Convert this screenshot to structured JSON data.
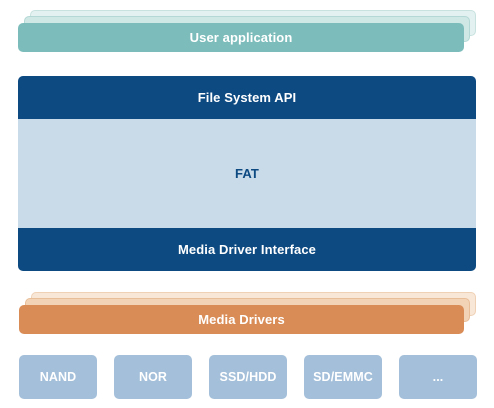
{
  "layers": {
    "user_application": "User application",
    "file_system_api": "File System API",
    "fat": "FAT",
    "media_driver_interface": "Media Driver Interface",
    "media_drivers": "Media Drivers"
  },
  "storage": [
    "NAND",
    "NOR",
    "SSD/HDD",
    "SD/EMMC",
    "..."
  ],
  "colors": {
    "user_application": "#7cbdbb",
    "core_dark": "#0d4a82",
    "core_light": "#c9dbe9",
    "media_drivers": "#d98c56",
    "storage": "#a4bfd9"
  }
}
